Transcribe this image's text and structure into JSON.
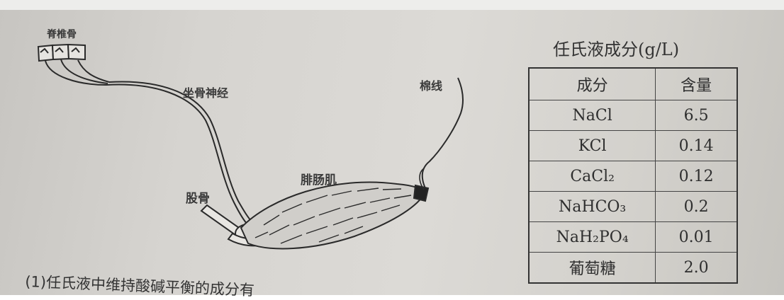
{
  "figure": {
    "labels": {
      "spine": "脊椎骨",
      "sciatic_nerve": "坐骨神经",
      "thread": "棉线",
      "gastrocnemius": "腓肠肌",
      "femur": "股骨"
    }
  },
  "table": {
    "title": "任氏液成分(g/L)",
    "headers": [
      "成分",
      "含量"
    ],
    "rows": [
      {
        "component": "NaCl",
        "amount": "6.5"
      },
      {
        "component": "KCl",
        "amount": "0.14"
      },
      {
        "component": "CaCl₂",
        "amount": "0.12"
      },
      {
        "component": "NaHCO₃",
        "amount": "0.2"
      },
      {
        "component": "NaH₂PO₄",
        "amount": "0.01"
      },
      {
        "component": "葡萄糖",
        "amount": "2.0"
      }
    ]
  },
  "question": {
    "text": "(1)任氏液中维持酸碱平衡的成分有"
  }
}
